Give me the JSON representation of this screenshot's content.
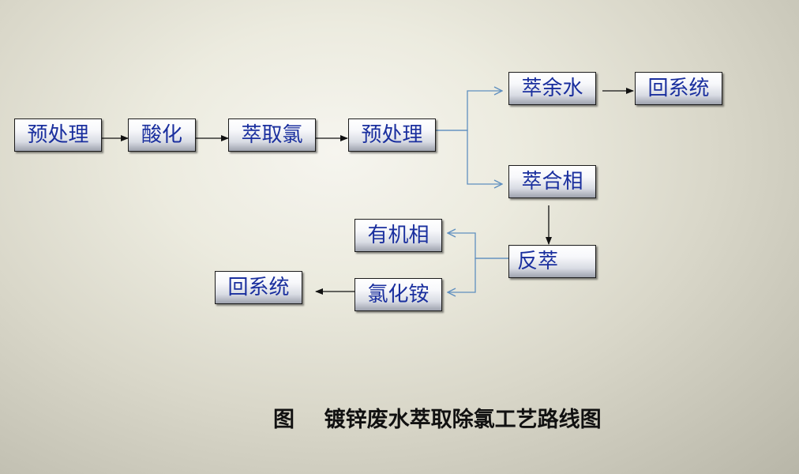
{
  "nodes": {
    "pretreat_1": "预处理",
    "acidify": "酸化",
    "extract_cl": "萃取氯",
    "pretreat_2": "预处理",
    "raffinate": "萃余水",
    "return_1": "回系统",
    "extract_phase": "萃合相",
    "strip": "反萃",
    "organic_phase": "有机相",
    "ammonium_chloride": "氯化铵",
    "return_2": "回系统"
  },
  "caption": {
    "prefix": "图",
    "title": "镀锌废水萃取除氯工艺路线图"
  },
  "colors": {
    "node_text": "#1a2f9e",
    "black_arrow": "#111111",
    "blue_arrow": "#5f8fbf"
  }
}
